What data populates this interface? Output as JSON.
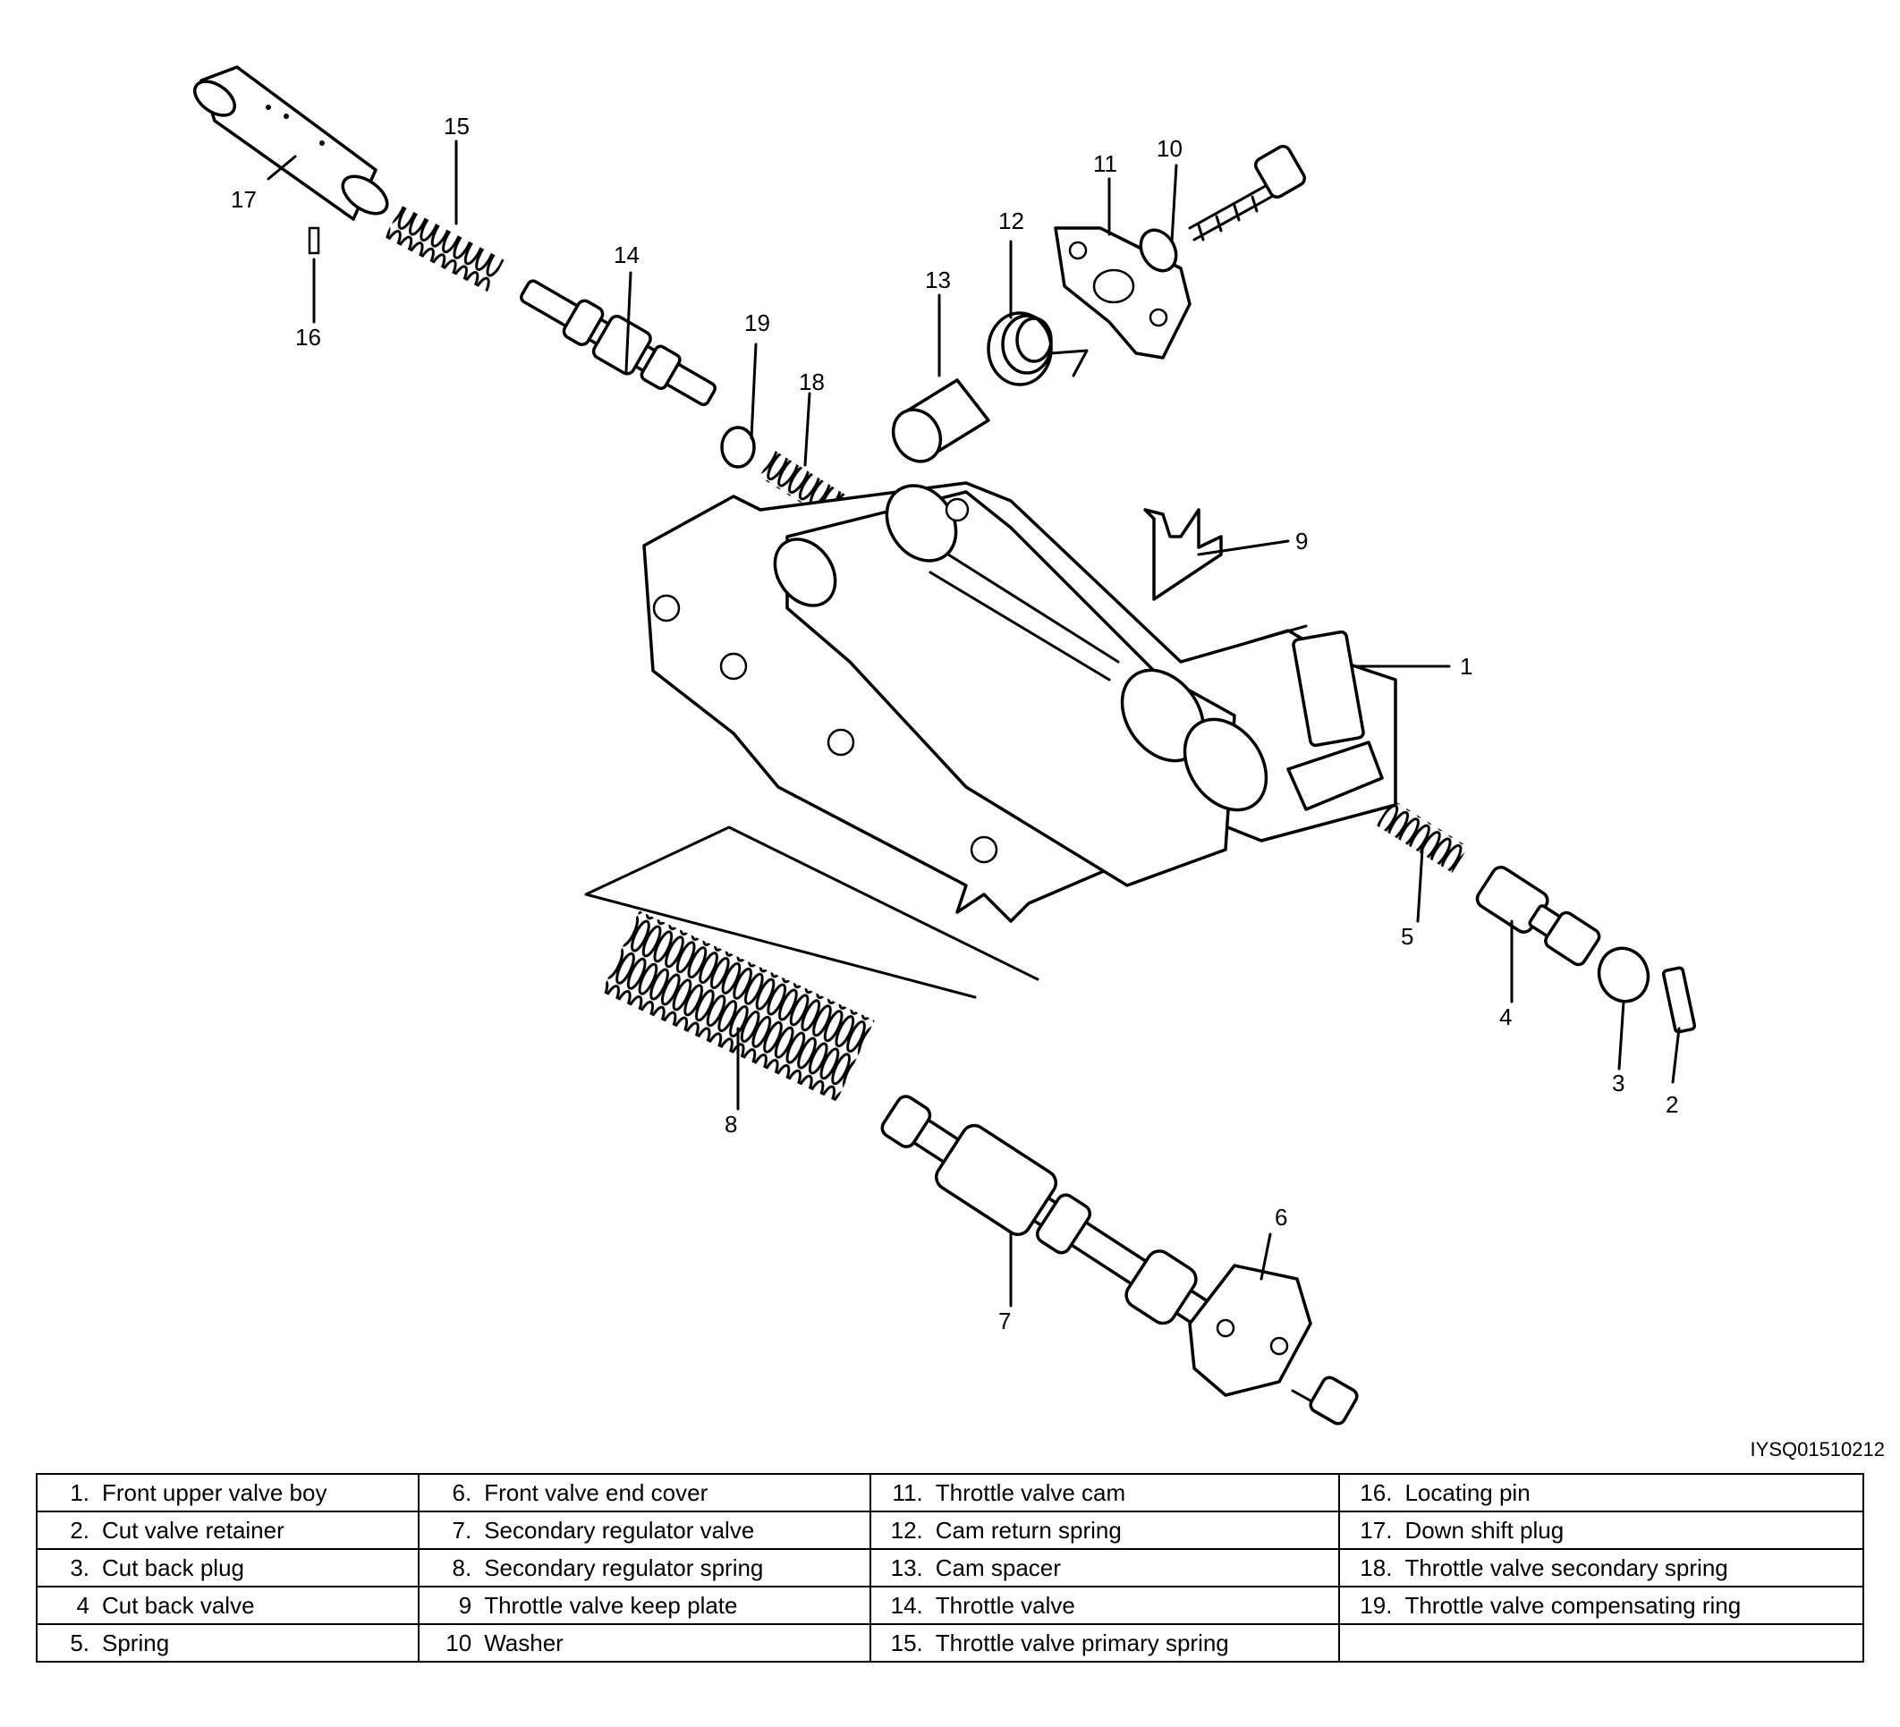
{
  "callouts": [
    "1",
    "2",
    "3",
    "4",
    "5",
    "6",
    "7",
    "8",
    "9",
    "10",
    "11",
    "12",
    "13",
    "14",
    "15",
    "16",
    "17",
    "18",
    "19"
  ],
  "figure_code": "IYSQ01510212",
  "legend": [
    [
      {
        "n": "1.",
        "t": "Front upper valve boy"
      },
      {
        "n": "6.",
        "t": "Front valve end cover"
      },
      {
        "n": "11.",
        "t": "Throttle valve cam"
      },
      {
        "n": "16.",
        "t": "Locating pin"
      }
    ],
    [
      {
        "n": "2.",
        "t": "Cut valve retainer"
      },
      {
        "n": "7.",
        "t": "Secondary regulator valve"
      },
      {
        "n": "12.",
        "t": "Cam return spring"
      },
      {
        "n": "17.",
        "t": "Down shift plug"
      }
    ],
    [
      {
        "n": "3.",
        "t": "Cut back plug"
      },
      {
        "n": "8.",
        "t": "Secondary regulator spring"
      },
      {
        "n": "13.",
        "t": "Cam spacer"
      },
      {
        "n": "18.",
        "t": "Throttle valve secondary spring"
      }
    ],
    [
      {
        "n": "4",
        "t": "Cut back valve"
      },
      {
        "n": "9",
        "t": "Throttle valve keep plate"
      },
      {
        "n": "14.",
        "t": "Throttle valve"
      },
      {
        "n": "19.",
        "t": "Throttle valve compensating ring"
      }
    ],
    [
      {
        "n": "5.",
        "t": "Spring"
      },
      {
        "n": "10",
        "t": "Washer"
      },
      {
        "n": "15.",
        "t": "Throttle valve primary spring"
      },
      {
        "n": "",
        "t": ""
      }
    ]
  ]
}
